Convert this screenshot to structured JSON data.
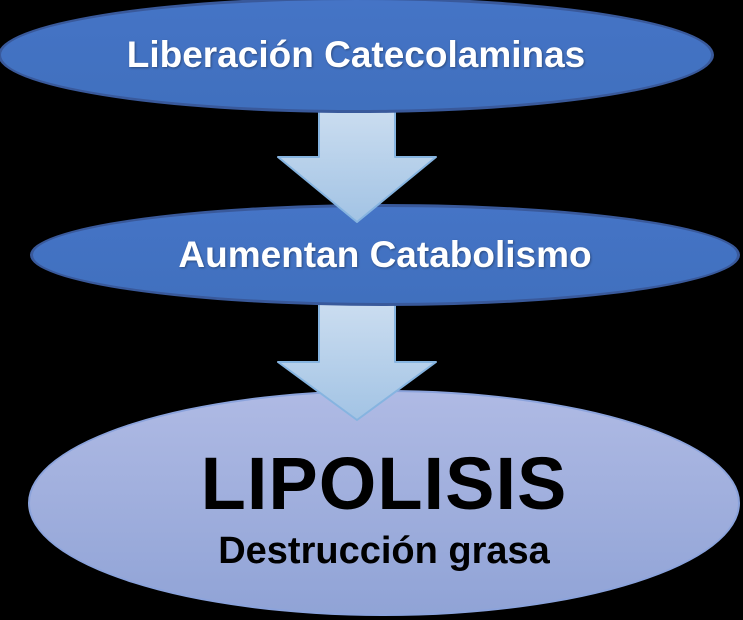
{
  "diagram": {
    "type": "flow-diagram",
    "direction": "top-to-bottom",
    "nodes": [
      {
        "id": "liberacion-catecolaminas",
        "shape": "ellipse",
        "label": "Liberación Catecolaminas"
      },
      {
        "id": "aumentan-catabolismo",
        "shape": "ellipse",
        "label": "Aumentan Catabolismo"
      },
      {
        "id": "lipolisis",
        "shape": "ellipse",
        "title": "LIPOLISIS",
        "subtitle": "Destrucción grasa"
      }
    ],
    "arrows": [
      {
        "id": "down-arrow-1",
        "from": "liberacion-catecolaminas",
        "to": "aumentan-catabolismo",
        "direction": "down"
      },
      {
        "id": "down-arrow-2",
        "from": "aumentan-catabolismo",
        "to": "lipolisis",
        "direction": "down"
      }
    ]
  },
  "colors": {
    "bg": "#000000",
    "node-fill": "#4574C6",
    "node-fill-dark": "#4070BE",
    "node-border": "#39599B",
    "node-text": "#FFFFFF",
    "bottom-top": "#AFBAE4",
    "bottom-bottom": "#90A3D6",
    "bottom-border": "#8BA3DC",
    "bottom-text": "#000000",
    "arrow-top": "#CEDFF1",
    "arrow-bottom": "#A2C3E4",
    "arrow-border": "#86B4E0"
  }
}
